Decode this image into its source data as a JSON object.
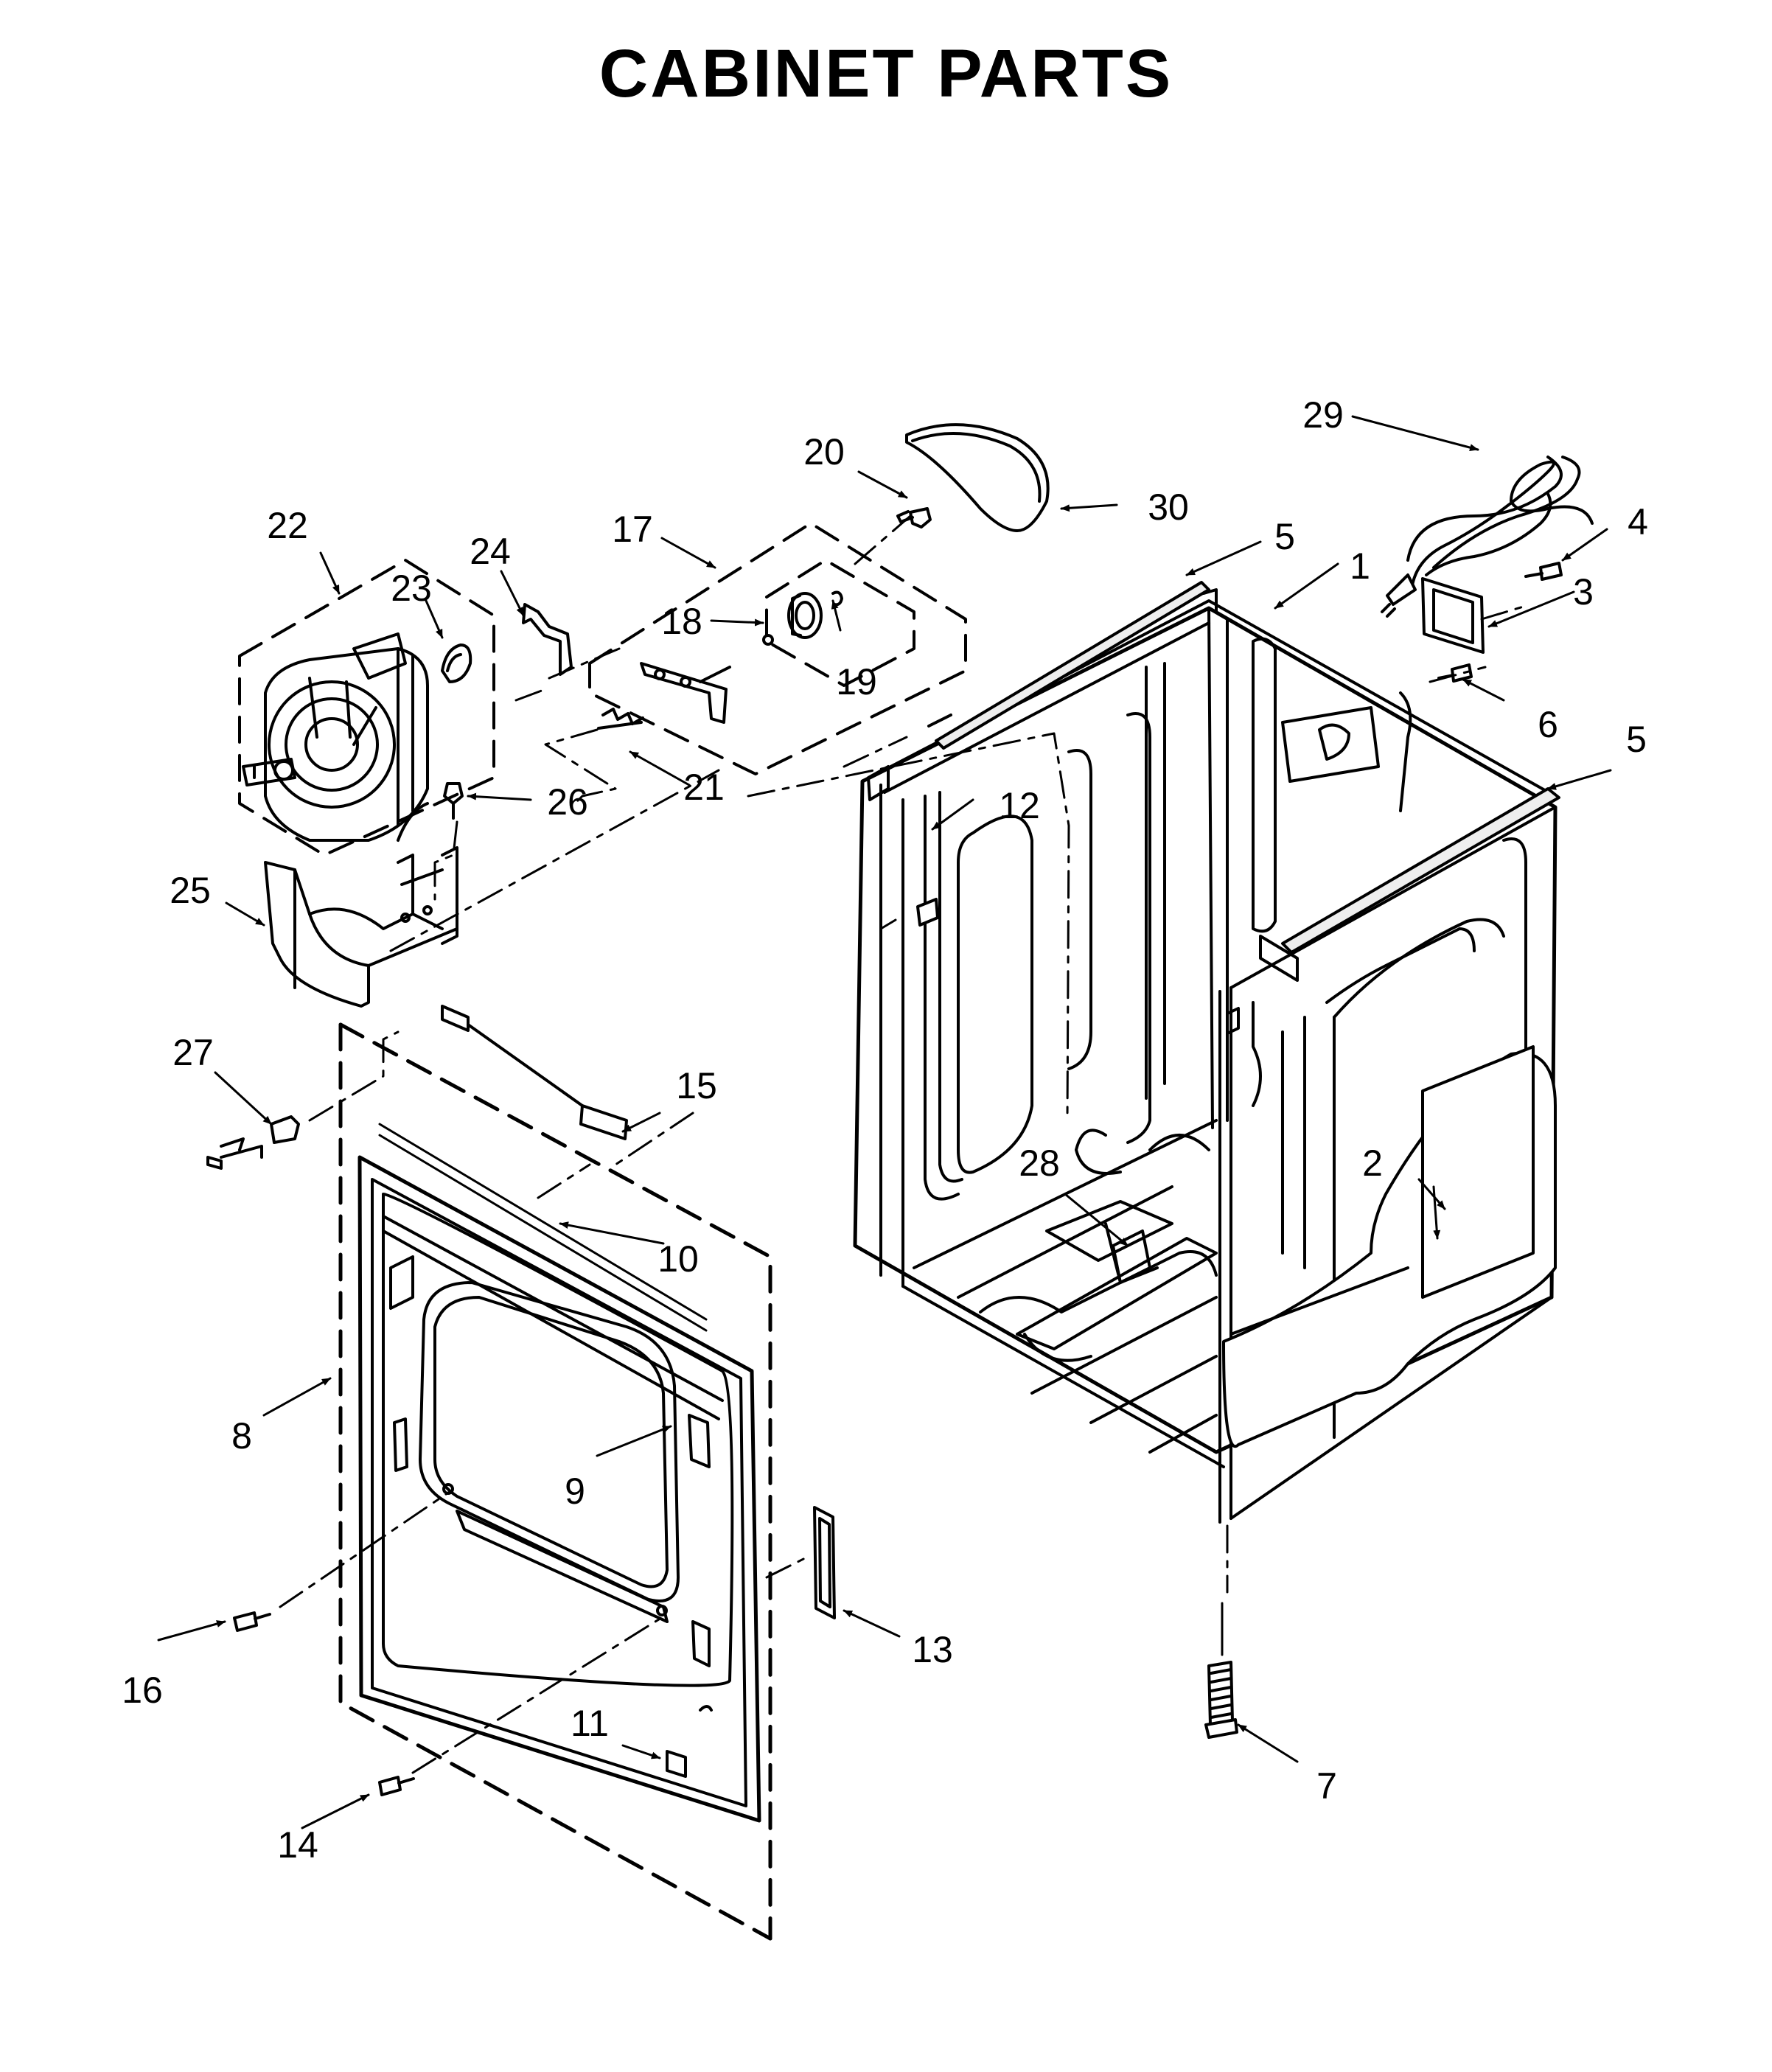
{
  "title": "CABINET PARTS",
  "colors": {
    "ink": "#000000",
    "paper": "#ffffff",
    "shade": "#e6e6e6"
  },
  "parts": [
    {
      "number": "1"
    },
    {
      "number": "2"
    },
    {
      "number": "3"
    },
    {
      "number": "4"
    },
    {
      "number": "5"
    },
    {
      "number": "5"
    },
    {
      "number": "6"
    },
    {
      "number": "7"
    },
    {
      "number": "8"
    },
    {
      "number": "9"
    },
    {
      "number": "10"
    },
    {
      "number": "11"
    },
    {
      "number": "12"
    },
    {
      "number": "13"
    },
    {
      "number": "14"
    },
    {
      "number": "15"
    },
    {
      "number": "16"
    },
    {
      "number": "17"
    },
    {
      "number": "18"
    },
    {
      "number": "19"
    },
    {
      "number": "20"
    },
    {
      "number": "21"
    },
    {
      "number": "22"
    },
    {
      "number": "23"
    },
    {
      "number": "24"
    },
    {
      "number": "25"
    },
    {
      "number": "26"
    },
    {
      "number": "27"
    },
    {
      "number": "28"
    },
    {
      "number": "29"
    },
    {
      "number": "30"
    }
  ]
}
